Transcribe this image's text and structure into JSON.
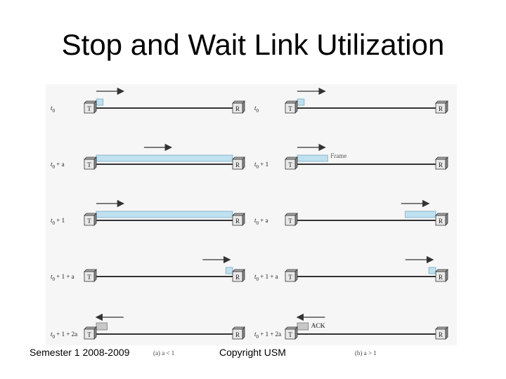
{
  "slide": {
    "title": "Stop and Wait Link Utilization",
    "footer_left": "Semester 1 2008-2009",
    "footer_center": "Copyright USM"
  },
  "colors": {
    "panel_bg": "#f6f6f6",
    "frame_fill": "#bfe1f0",
    "frame_stroke": "#7aaac4",
    "ack_fill": "#c8c8c8",
    "line": "#333333"
  },
  "node_labels": {
    "transmitter": "T",
    "receiver": "R"
  },
  "annotations": {
    "frame": "Frame",
    "ack": "ACK"
  },
  "panels": [
    {
      "id": "a",
      "caption": "(a) a < 1",
      "rows": [
        {
          "time": "t0",
          "frame": [
            0,
            0.05
          ],
          "arrow": "right",
          "arrow_pos": [
            0.0,
            0.2
          ]
        },
        {
          "time": "t0 + a",
          "frame": [
            0,
            1.0
          ],
          "arrow": "right",
          "arrow_pos": [
            0.35,
            0.55
          ]
        },
        {
          "time": "t0 + 1",
          "frame": [
            0,
            1.0
          ],
          "arrow": "right",
          "arrow_pos": [
            0.0,
            0.2
          ]
        },
        {
          "time": "t0 + 1 + a",
          "frame": [
            0.95,
            1.0
          ],
          "arrow": "right",
          "arrow_pos": [
            0.78,
            0.98
          ]
        },
        {
          "time": "t0 + 1 + 2a",
          "ack": [
            0,
            0.08
          ],
          "arrow": "left",
          "arrow_pos": [
            0.0,
            0.2
          ]
        }
      ]
    },
    {
      "id": "b",
      "caption": "(b) a > 1",
      "rows": [
        {
          "time": "t0",
          "frame": [
            0,
            0.05
          ],
          "arrow": "right",
          "arrow_pos": [
            0.0,
            0.2
          ]
        },
        {
          "time": "t0 + 1",
          "frame": [
            0,
            0.22
          ],
          "arrow": "right",
          "arrow_pos": [
            0.0,
            0.2
          ],
          "label": "frame"
        },
        {
          "time": "t0 + a",
          "frame": [
            0.78,
            1.0
          ],
          "arrow": "right",
          "arrow_pos": [
            0.75,
            0.95
          ]
        },
        {
          "time": "t0 + 1 + a",
          "frame": [
            0.95,
            1.0
          ],
          "arrow": "right",
          "arrow_pos": [
            0.78,
            0.98
          ]
        },
        {
          "time": "t0 + 1 + 2a",
          "ack": [
            0,
            0.08
          ],
          "arrow": "left",
          "arrow_pos": [
            0.0,
            0.2
          ],
          "label": "ack"
        }
      ]
    }
  ]
}
